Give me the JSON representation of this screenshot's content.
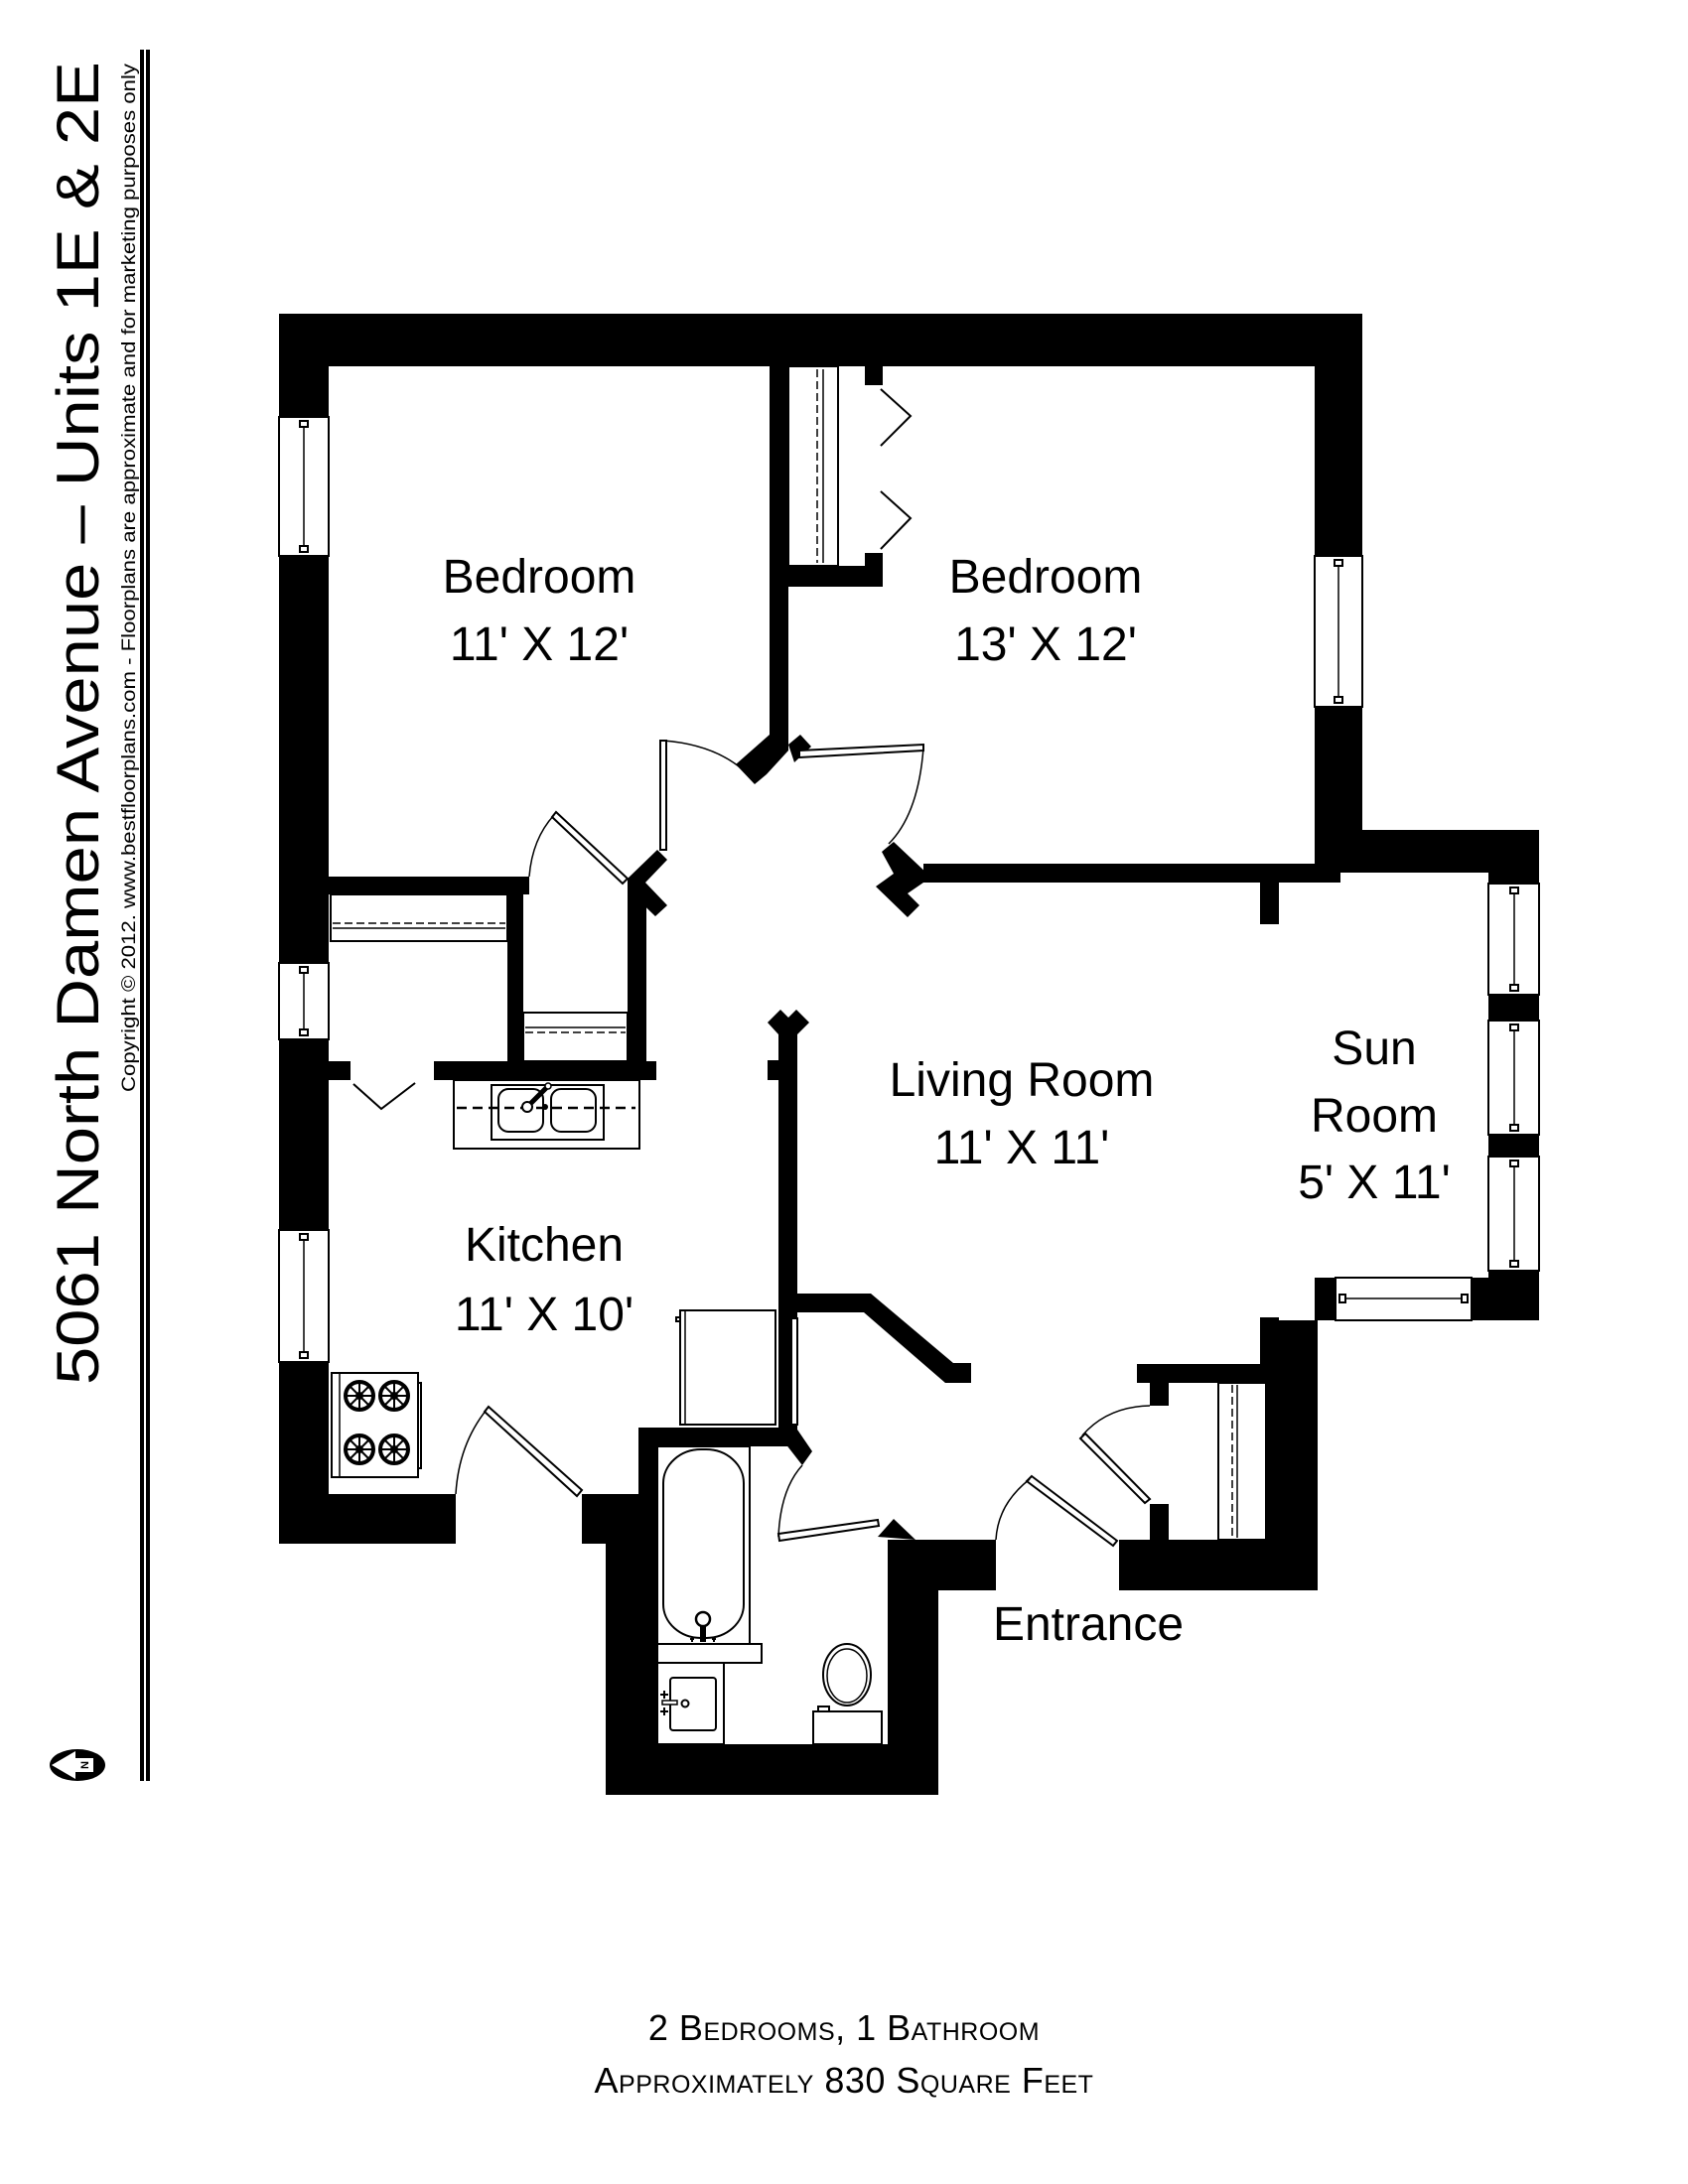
{
  "header": {
    "title_main": "5061 North Damen Avenue – Units 1E & 2E",
    "copyright": "Copyright © 2012. www.bestfloorplans.com - Floorplans are approximate and for marketing purposes only"
  },
  "compass": {
    "icon": "north-arrow-icon",
    "letter": "N"
  },
  "rooms": {
    "bedroom_1": {
      "name": "Bedroom",
      "size": "11' X 12'"
    },
    "bedroom_2": {
      "name": "Bedroom",
      "size": "13' X 12'"
    },
    "living_room": {
      "name": "Living Room",
      "size": "11' X 11'"
    },
    "sun_room": {
      "name_line1": "Sun",
      "name_line2": "Room",
      "size": "5' X 11'"
    },
    "kitchen": {
      "name": "Kitchen",
      "size": "11' X 10'"
    },
    "entrance": {
      "name": "Entrance"
    }
  },
  "summary": {
    "line1": "2 Bedrooms, 1 Bathroom",
    "line2": "Approximately 830 Square Feet"
  },
  "colors": {
    "wall": "#000000",
    "background": "#ffffff"
  }
}
